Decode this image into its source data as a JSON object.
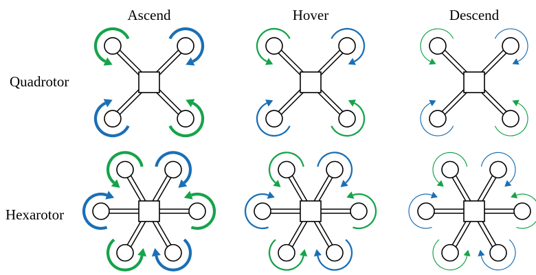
{
  "columns": [
    "Ascend",
    "Hover",
    "Descend"
  ],
  "rows": [
    "Quadrotor",
    "Hexarotor"
  ],
  "rotor_colors": {
    "cw": "#1a6fb5",
    "ccw": "#16a34a"
  },
  "arrow_weight_by_phase": {
    "Ascend": "thick",
    "Hover": "medium",
    "Descend": "thin"
  },
  "icons": [
    "quadrotor-airframe-icon",
    "hexarotor-airframe-icon",
    "rotation-arrow-icon"
  ]
}
